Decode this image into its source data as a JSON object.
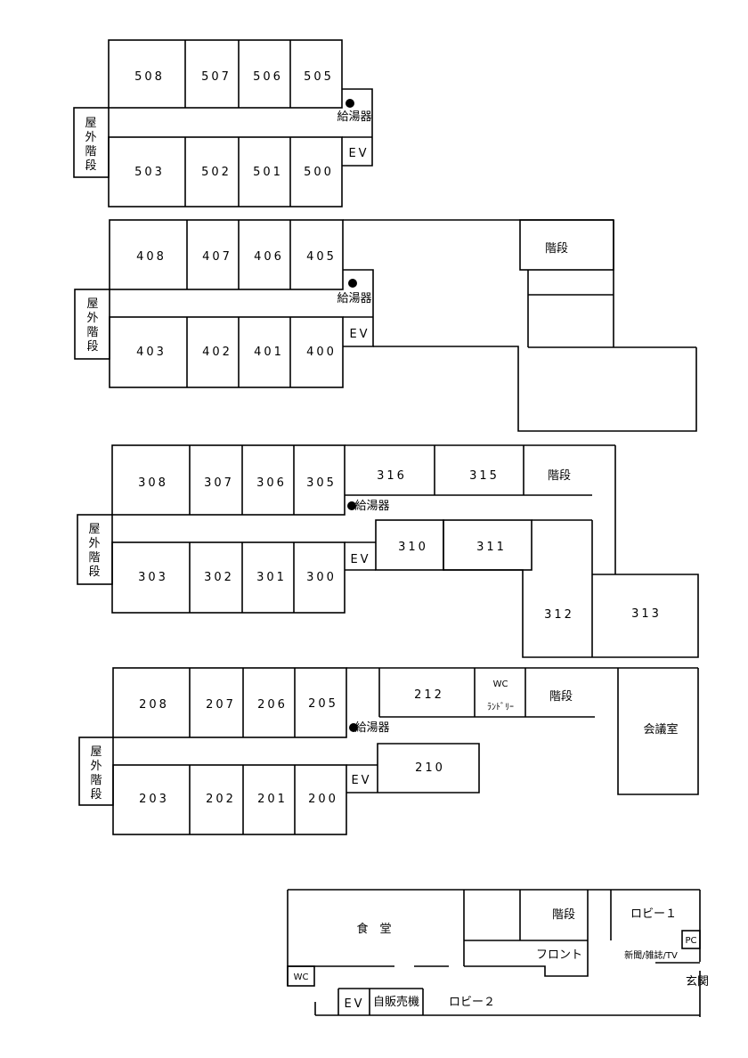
{
  "floors": {
    "f5": {
      "rooms_top": [
        "508",
        "507",
        "506",
        "505"
      ],
      "rooms_bottom": [
        "503",
        "502",
        "501",
        "500"
      ],
      "outdoor_stairs": [
        "屋",
        "外",
        "階",
        "段"
      ],
      "water_heater": "給湯器",
      "elevator": "EV"
    },
    "f4": {
      "rooms_top": [
        "408",
        "407",
        "406",
        "405"
      ],
      "rooms_bottom": [
        "403",
        "402",
        "401",
        "400"
      ],
      "outdoor_stairs": [
        "屋",
        "外",
        "階",
        "段"
      ],
      "water_heater": "給湯器",
      "elevator": "EV",
      "stairs": "階段"
    },
    "f3": {
      "rooms_top": [
        "308",
        "307",
        "306",
        "305"
      ],
      "rooms_bottom": [
        "303",
        "302",
        "301",
        "300"
      ],
      "room_316": "316",
      "room_315": "315",
      "room_310": "310",
      "room_311": "311",
      "room_312": "312",
      "room_313": "313",
      "outdoor_stairs": [
        "屋",
        "外",
        "階",
        "段"
      ],
      "water_heater": "給湯器",
      "elevator": "EV",
      "stairs": "階段"
    },
    "f2": {
      "rooms_top": [
        "208",
        "207",
        "206",
        "205"
      ],
      "rooms_bottom": [
        "203",
        "202",
        "201",
        "200"
      ],
      "room_212": "212",
      "room_210": "210",
      "wc": "WC",
      "laundry": "ﾗﾝﾄﾞﾘｰ",
      "meeting_room": "会議室",
      "outdoor_stairs": [
        "屋",
        "外",
        "階",
        "段"
      ],
      "water_heater": "給湯器",
      "elevator": "EV",
      "stairs": "階段"
    },
    "f1": {
      "dining": "食　堂",
      "stairs": "階段",
      "front": "フロント",
      "lobby1": "ロビー１",
      "pc": "PC",
      "news": "新聞/雑誌/TV",
      "entrance": "玄関",
      "wc": "WC",
      "elevator": "EV",
      "vending": "自販売機",
      "lobby2": "ロビー２"
    }
  }
}
